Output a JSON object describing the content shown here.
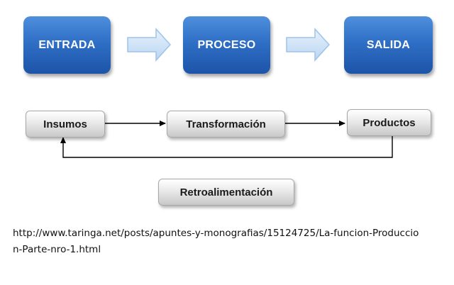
{
  "process_row": {
    "input_label": "ENTRADA",
    "process_label": "PROCESO",
    "output_label": "SALIDA"
  },
  "flow_row": {
    "inputs_label": "Insumos",
    "transformation_label": "Transformación",
    "products_label": "Productos"
  },
  "feedback_label": "Retroalimentación",
  "source_url": "http://www.taringa.net/posts/apuntes-y-monografias/15124725/La-funcion-Produccion-Parte-nro-1.html",
  "colors": {
    "big_box_top": "#4f8fdc",
    "big_box_bottom": "#1c54a8",
    "big_arrow_fill": "#cfe3f7",
    "big_arrow_stroke": "#9fc3e8",
    "connector": "#000000"
  },
  "icons": {
    "big_arrow": "block-arrow-right-icon",
    "connector_arrow": "arrowhead-icon"
  }
}
